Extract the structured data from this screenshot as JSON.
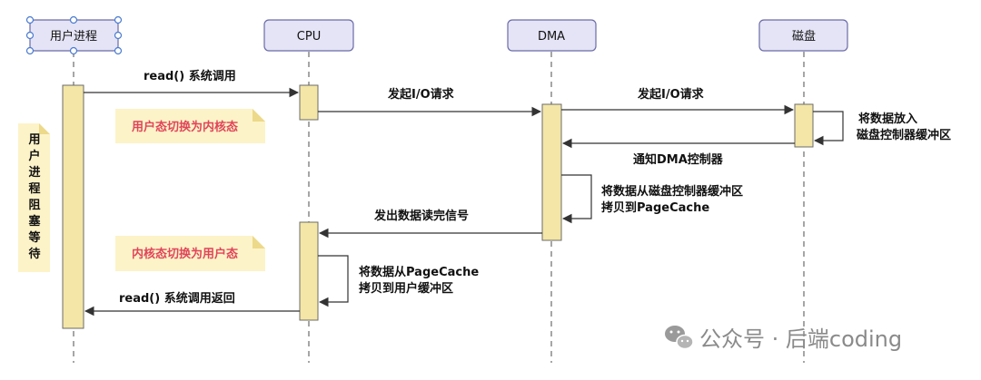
{
  "participants": [
    {
      "id": "user",
      "label": "用户进程"
    },
    {
      "id": "cpu",
      "label": "CPU"
    },
    {
      "id": "dma",
      "label": "DMA"
    },
    {
      "id": "disk",
      "label": "磁盘"
    }
  ],
  "messages": [
    {
      "id": "m1",
      "text": "read() 系统调用"
    },
    {
      "id": "m2",
      "text": "发起I/O请求"
    },
    {
      "id": "m3",
      "text": "发起I/O请求"
    },
    {
      "id": "m4",
      "lines": [
        "将数据放入",
        "磁盘控制器缓冲区"
      ]
    },
    {
      "id": "m5",
      "text": "通知DMA控制器"
    },
    {
      "id": "m6",
      "lines": [
        "将数据从磁盘控制器缓冲区",
        "拷贝到PageCache"
      ]
    },
    {
      "id": "m7",
      "text": "发出数据读完信号"
    },
    {
      "id": "m8",
      "lines": [
        "将数据从PageCache",
        "拷贝到用户缓冲区"
      ]
    },
    {
      "id": "m9",
      "text": "read() 系统调用返回"
    }
  ],
  "notes": {
    "to_kernel": "用户态切换为内核态",
    "to_user": "内核态切换为用户态",
    "blocked": [
      "用",
      "户",
      "进",
      "程",
      "阻",
      "塞",
      "等",
      "待"
    ]
  },
  "watermark": {
    "text": "公众号 · 后端coding",
    "icon": "wechat-icon"
  },
  "colors": {
    "header_fill": "#e4e4f6",
    "header_stroke": "#6b6ba8",
    "activation_fill": "#f3e6a6",
    "activation_stroke": "#6b6b6b",
    "note_fill": "#fdf3c8",
    "note_text": "#e0455a",
    "line": "#333333"
  }
}
